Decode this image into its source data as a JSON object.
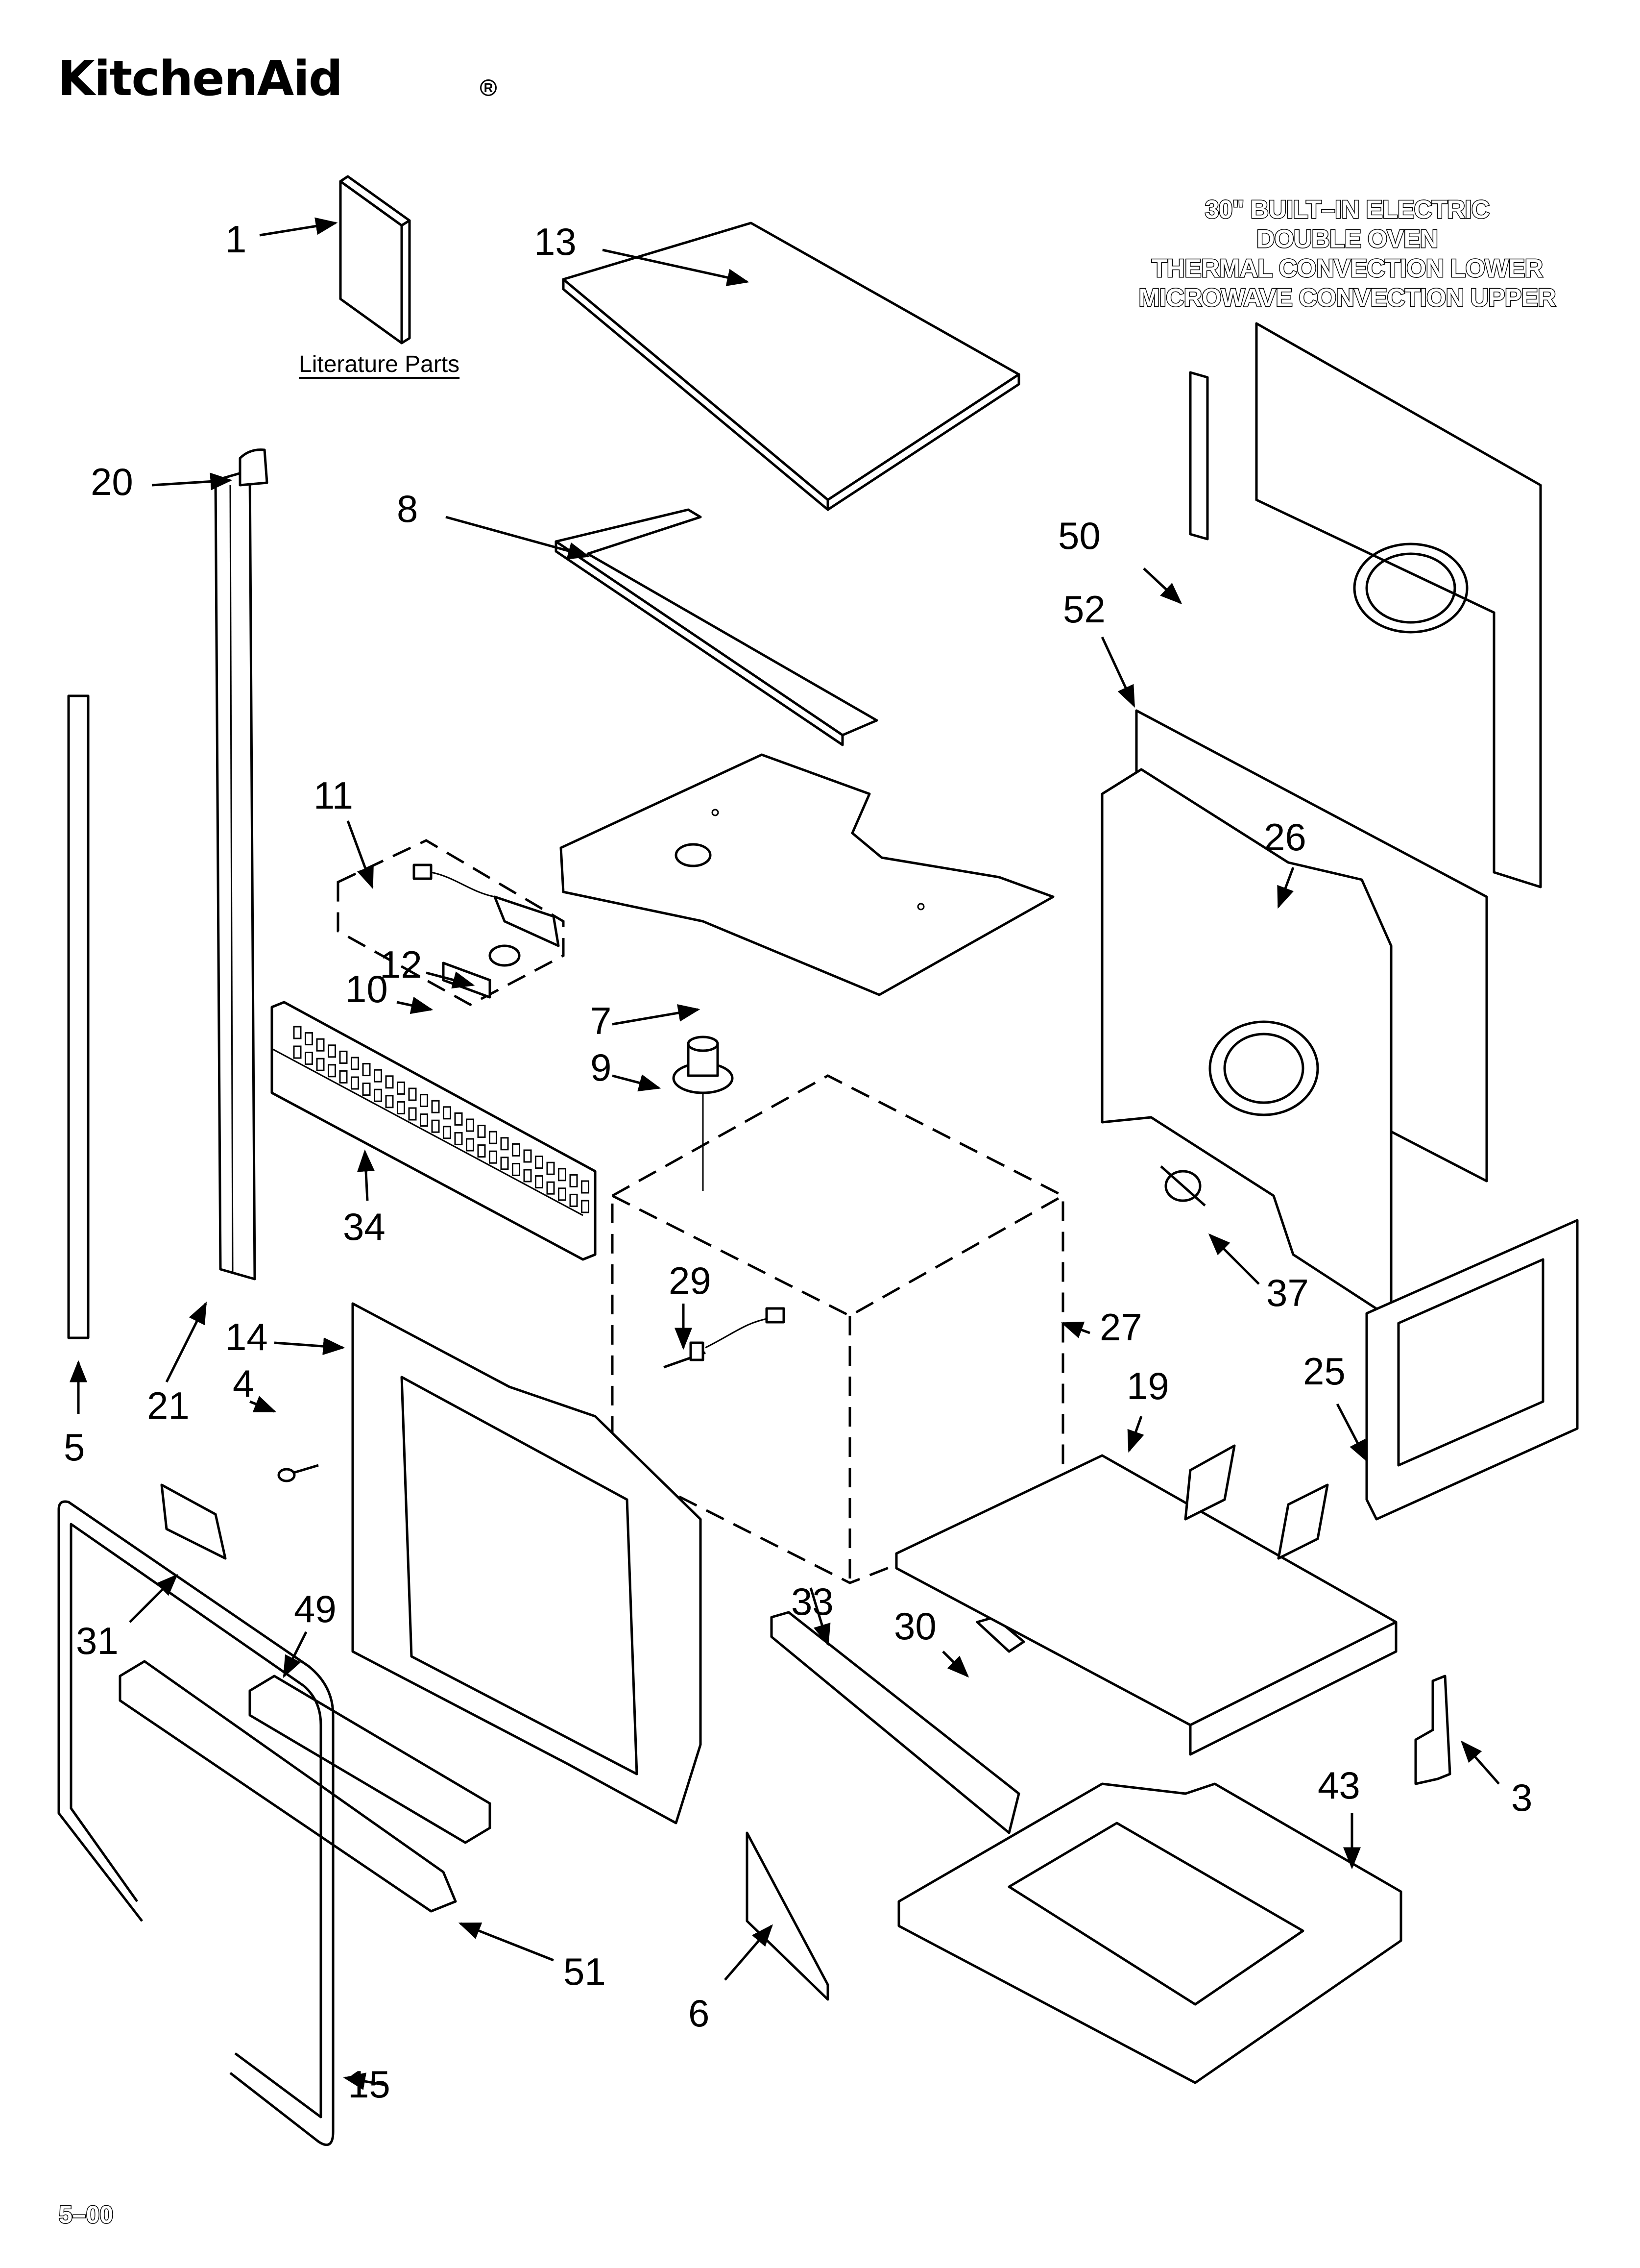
{
  "header": {
    "brand": "KitchenAid",
    "registered_mark": "R"
  },
  "title_block": {
    "lines": [
      "30\" BUILT–IN ELECTRIC",
      "DOUBLE OVEN",
      "THERMAL CONVECTION LOWER",
      "MICROWAVE CONVECTION UPPER"
    ]
  },
  "literature": {
    "label": "Literature Parts",
    "part_number": "1"
  },
  "callouts": [
    "1",
    "13",
    "20",
    "8",
    "50",
    "52",
    "11",
    "12",
    "10",
    "7",
    "9",
    "26",
    "34",
    "29",
    "27",
    "37",
    "14",
    "4",
    "21",
    "5",
    "19",
    "25",
    "31",
    "49",
    "33",
    "30",
    "3",
    "43",
    "51",
    "6",
    "15"
  ],
  "footer": {
    "revision": "5–00"
  },
  "colors": {
    "ink": "#000000",
    "paper": "#ffffff"
  }
}
